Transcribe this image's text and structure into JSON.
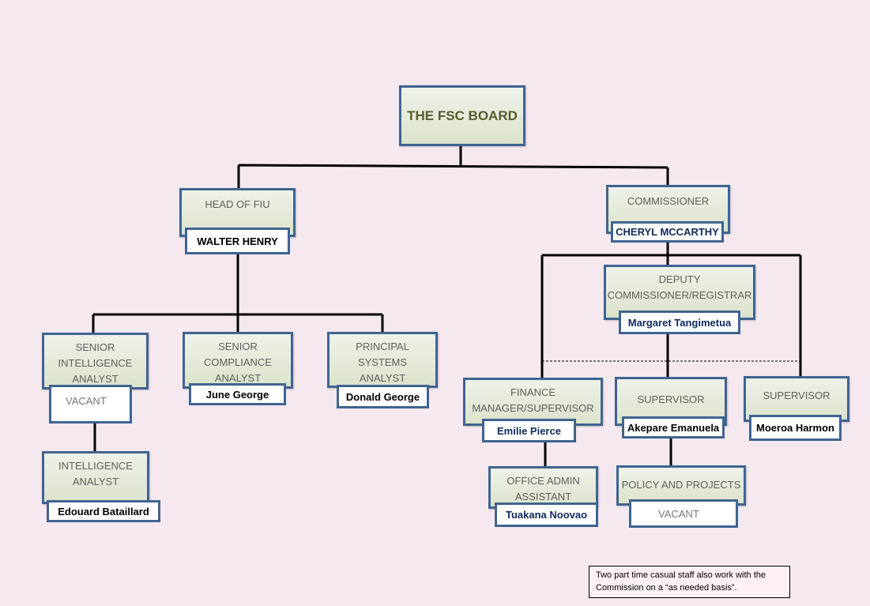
{
  "board": {
    "title": "THE FSC BOARD"
  },
  "fiu": {
    "title": "HEAD OF FIU",
    "name": "WALTER HENRY"
  },
  "commissioner": {
    "title": "COMMISSIONER",
    "name": "CHERYL MCCARTHY"
  },
  "deputy": {
    "title": "DEPUTY COMMISSIONER/REGISTRAR",
    "name": "Margaret Tangimetua"
  },
  "senior_intel": {
    "title": "SENIOR INTELLIGENCE ANALYST",
    "name": "VACANT"
  },
  "senior_compliance": {
    "title": "SENIOR COMPLIANCE ANALYST",
    "name": "June George"
  },
  "principal_systems": {
    "title": "PRINCIPAL SYSTEMS ANALYST",
    "name": "Donald George"
  },
  "intel_analyst": {
    "title": "INTELLIGENCE ANALYST",
    "name": "Edouard Bataillard"
  },
  "finance": {
    "title": "FINANCE MANAGER/SUPERVISOR",
    "name": "Emilie Pierce"
  },
  "supervisor1": {
    "title": "SUPERVISOR",
    "name": "Akepare Emanuela"
  },
  "supervisor2": {
    "title": "SUPERVISOR",
    "name": "Moeroa Harmon"
  },
  "office_admin": {
    "title": "OFFICE ADMIN ASSISTANT",
    "name": "Tuakana Noovao"
  },
  "policy": {
    "title": "POLICY AND PROJECTS",
    "name": "VACANT"
  },
  "note": "Two part time casual staff also work with the Commission on a “as needed basis”."
}
